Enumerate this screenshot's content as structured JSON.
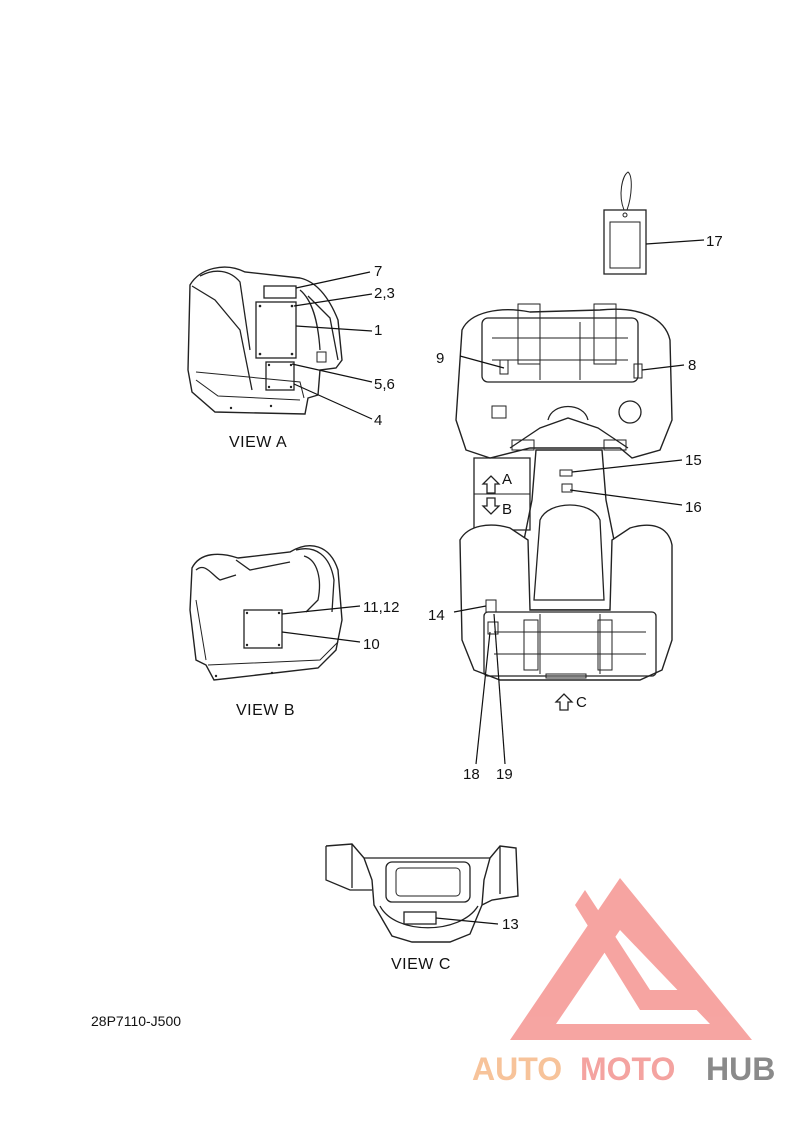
{
  "views": {
    "a_label": "VIEW A",
    "b_label": "VIEW B",
    "c_label": "VIEW C"
  },
  "arrows": {
    "a": "A",
    "b": "B",
    "c": "C"
  },
  "callouts": {
    "c1": "1",
    "c2_3": "2,3",
    "c4": "4",
    "c5_6": "5,6",
    "c7": "7",
    "c8": "8",
    "c9": "9",
    "c10": "10",
    "c11_12": "11,12",
    "c13": "13",
    "c14": "14",
    "c15": "15",
    "c16": "16",
    "c17": "17",
    "c18": "18",
    "c19": "19"
  },
  "part_code": "28P7110-J500",
  "watermark": {
    "auto": "AUTO",
    "moto": "MOTO",
    "hub": "HUB",
    "colors": {
      "auto": "#f7c39a",
      "moto": "#f4a3a0",
      "hub": "#8a8a8a",
      "logo": "#f6a09d"
    }
  }
}
